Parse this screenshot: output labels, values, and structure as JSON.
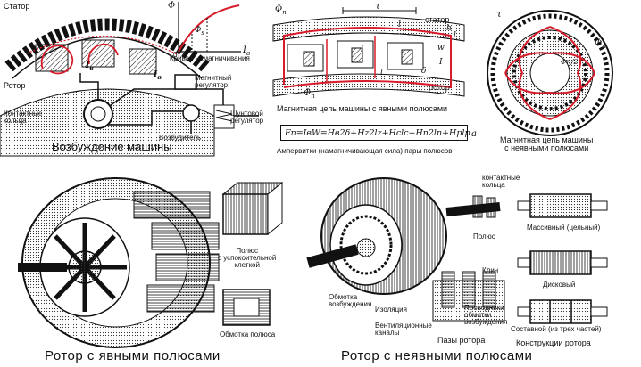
{
  "excitation": {
    "stator": "Статор",
    "rotor": "Ротор",
    "slip_rings": "Контактные\nкольца",
    "magnetic_regulator": "Магнитный\nрегулятор",
    "shunt_regulator": "Шунтовой\nрегулятор",
    "exciter": "Возбудитель",
    "caption": "Возбуждение машины",
    "ib_label": "I",
    "ib_sub": "в",
    "magnetization_curve": "Кривая намагничивания",
    "phi": "Φ",
    "phi_s": "Φ",
    "phi_s_sub": "s",
    "ib1": "I",
    "ib1_sub": "в",
    "ib2": "I",
    "ib2_sub": "в",
    "zero": "0"
  },
  "salient_circuit": {
    "phi_n": "Φ",
    "phi_n_sub": "n",
    "tau": "τ",
    "stator": "статор",
    "rotor": "ротор",
    "caption": "Магнитная цепь машины с явными полюсами",
    "formula": "Fп=IвW=Hв2δ+Hz2lz+Hclc+Hп2lп+Hplp",
    "formula_suffix": "a",
    "ampere_turns": "Ампервитки (намагничивающая сила) пары полюсов",
    "phi_bottom": "Φ",
    "phi_bottom_sub": "п",
    "letters": {
      "lc": "l",
      "lz": "l",
      "hz": "h",
      "ln": "l",
      "lp": "l",
      "i": "I",
      "w": "w",
      "d": "δ"
    }
  },
  "nonsalient_circuit": {
    "caption": "Магнитная цепь машины\nс неявными полюсами",
    "phi_n": "Φ",
    "phi_n_sub": "п",
    "tau": "τ",
    "half_phi": "Φп/2"
  },
  "salient_rotor": {
    "caption": "Ротор с явными полюсами",
    "pole_label": "Полюс\nс успокоительной\nклеткой",
    "coil_label": "Обмотка полюса"
  },
  "nonsalient_rotor": {
    "caption": "Ротор с неявными полюсами",
    "slip_rings": "контактные\nкольца",
    "pole": "Полюс",
    "wedge": "Клин",
    "excitation_winding": "Обмотка\nвозбуждения",
    "insulation": "Изоляция",
    "vent_channels": "Вентиляционные\nканалы",
    "conductors": "Проводники\nобмотки\nвозбуждения",
    "slots": "Пазы ротора"
  },
  "rotor_constructions": {
    "massive": "Массивный (цельный)",
    "disk": "Дисковый",
    "composite": "Составной (из трех частей)",
    "caption": "Конструкции ротора"
  },
  "colors": {
    "ink": "#111111",
    "red": "#d81b2a",
    "paper": "#ffffff",
    "gray": "#888888"
  }
}
